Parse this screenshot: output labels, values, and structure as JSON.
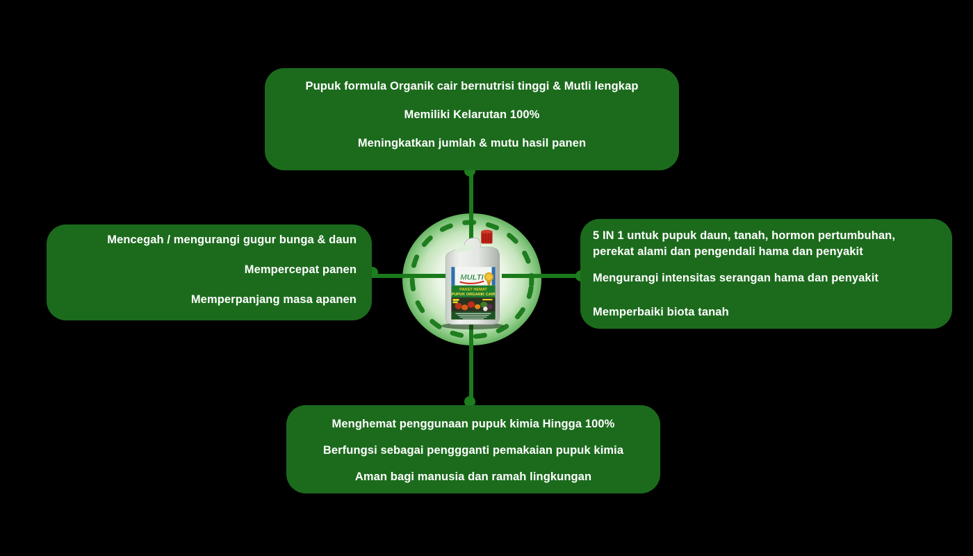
{
  "colors": {
    "background": "#000000",
    "box_green": "#1c6b1d",
    "line_green": "#1a7a1a",
    "glow_center": "#f5faf3",
    "glow_edge": "#3d9c3a",
    "text": "#ffffff",
    "cap_red": "#bf2316",
    "badge_gold": "#d9a31d",
    "banner_yellow": "#f2cf1e"
  },
  "boxes": {
    "top": {
      "items": [
        "Pupuk formula Organik cair bernutrisi tinggi & Mutli lengkap",
        "Memiliki Kelarutan 100%",
        "Meningkatkan jumlah & mutu hasil panen"
      ]
    },
    "left": {
      "items": [
        "Mencegah / mengurangi gugur bunga & daun",
        "Mempercepat panen",
        "Memperpanjang masa apanen"
      ]
    },
    "right": {
      "items": [
        "5 IN 1 untuk pupuk daun, tanah, hormon pertumbuhan, perekat alami dan pengendali hama dan penyakit",
        "Mengurangi intensitas serangan hama dan penyakit",
        "Memperbaiki biota tanah"
      ]
    },
    "bottom": {
      "items": [
        "Menghemat penggunaan pupuk kimia Hingga 100%",
        "Berfungsi sebagai penggganti pemakaian pupuk kimia",
        "Aman bagi manusia dan ramah lingkungan"
      ]
    }
  },
  "product": {
    "brand": "MULTI",
    "label_line1": "PAKET HEMAT",
    "label_line2": "PUPUK ORGANIK CAIR"
  }
}
